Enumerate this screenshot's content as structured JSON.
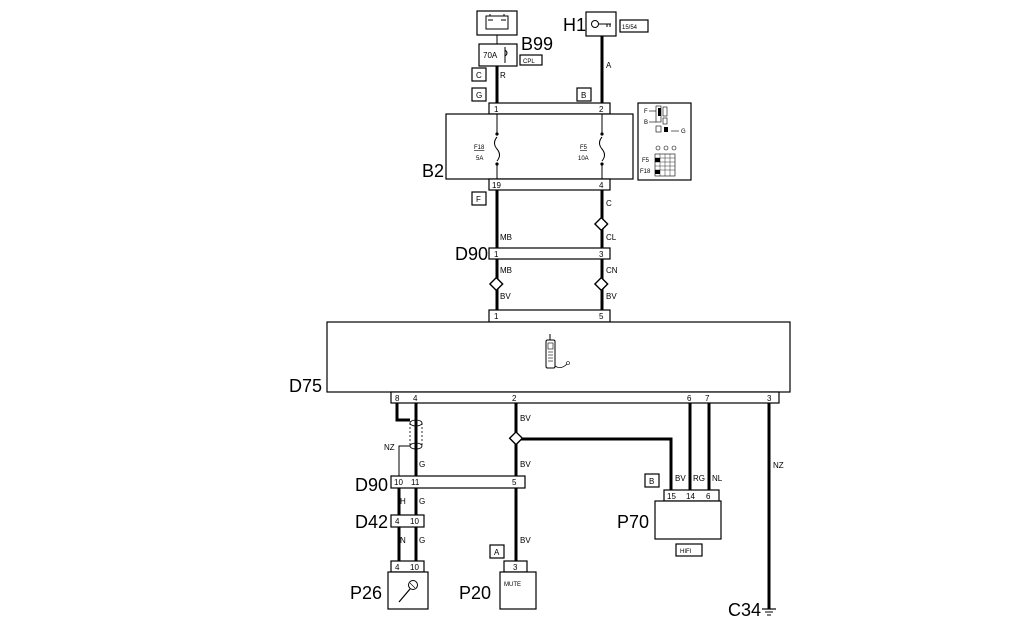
{
  "components": {
    "B99": {
      "label": "B99",
      "rating": "70A",
      "tag": "CPL"
    },
    "H1": {
      "label": "H1",
      "tag": "15/54"
    },
    "B2": {
      "label": "B2",
      "fuse_left": {
        "name": "F18",
        "rating": "5A"
      },
      "fuse_right": {
        "name": "F5",
        "rating": "10A"
      }
    },
    "D90_top": {
      "label": "D90"
    },
    "D75": {
      "label": "D75"
    },
    "D90_bottom": {
      "label": "D90"
    },
    "D42": {
      "label": "D42"
    },
    "P26": {
      "label": "P26"
    },
    "P20": {
      "label": "P20",
      "text": "MUTE"
    },
    "P70": {
      "label": "P70",
      "tag": "HIFI"
    },
    "C34": {
      "label": "C34"
    }
  },
  "connectors": {
    "C": "C",
    "G": "G",
    "B_top": "B",
    "F": "F",
    "A": "A",
    "B_p70": "B"
  },
  "pins": {
    "b2_in_left": "1",
    "b2_in_right": "2",
    "b2_out_left": "19",
    "b2_out_right": "4",
    "d90t_left": "1",
    "d90t_right": "3",
    "d75_in_left": "1",
    "d75_in_right": "5",
    "d75_out": [
      "8",
      "4",
      "2",
      "6",
      "7",
      "3"
    ],
    "d90b": [
      "10",
      "11",
      "5"
    ],
    "d42": [
      "4",
      "10"
    ],
    "p26": [
      "4",
      "10"
    ],
    "p20": "3",
    "p70": [
      "15",
      "14",
      "6"
    ]
  },
  "wires": {
    "R": "R",
    "A": "A",
    "MB1": "MB",
    "MB2": "MB",
    "BV1": "BV",
    "C": "C",
    "CL": "CL",
    "CN": "CN",
    "BV2": "BV",
    "BV3": "BV",
    "BV4": "BV",
    "BV5": "BV",
    "BV6": "BV",
    "NZ1": "NZ",
    "G1": "G",
    "H": "H",
    "G2": "G",
    "N": "N",
    "G3": "G",
    "RG": "RG",
    "NL": "NL",
    "NZ2": "NZ"
  },
  "legend": {
    "F": "F",
    "B": "B",
    "G": "G",
    "F5": "F5",
    "F18": "F18"
  }
}
